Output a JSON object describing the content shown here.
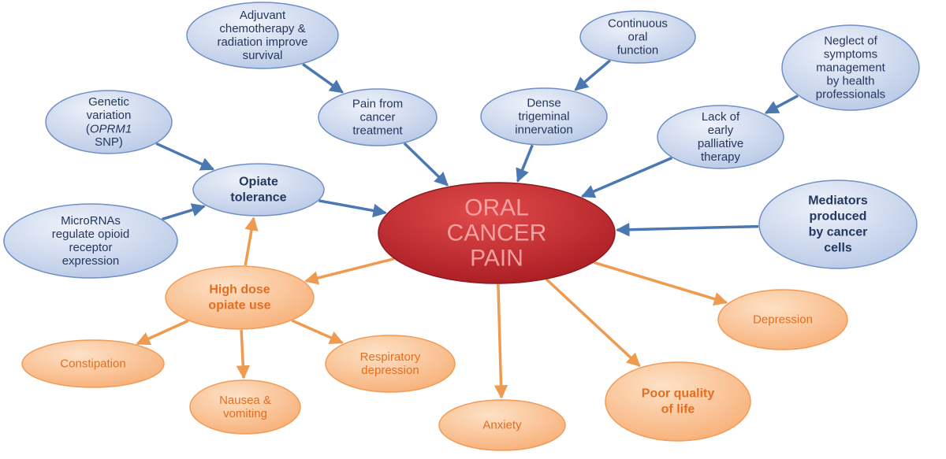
{
  "diagram": {
    "center": {
      "lines": [
        "ORAL",
        "CANCER",
        "PAIN"
      ]
    },
    "blue_nodes": {
      "adjuvant": {
        "lines": [
          "Adjuvant",
          "chemotherapy &",
          "radiation improve",
          "survival"
        ]
      },
      "pain_treatment": {
        "lines": [
          "Pain from",
          "cancer",
          "treatment"
        ]
      },
      "continuous": {
        "lines": [
          "Continuous",
          "oral",
          "function"
        ]
      },
      "dense": {
        "lines": [
          "Dense",
          "trigeminal",
          "innervation"
        ]
      },
      "neglect": {
        "lines": [
          "Neglect of",
          "symptoms",
          "management",
          "by health",
          "professionals"
        ]
      },
      "lack": {
        "lines": [
          "Lack of",
          "early",
          "palliative",
          "therapy"
        ]
      },
      "genetic": {
        "lines": [
          "Genetic",
          "variation",
          "(OPRM1",
          "SNP)"
        ]
      },
      "opiate_tol": {
        "lines": [
          "Opiate",
          "tolerance"
        ]
      },
      "microrna": {
        "lines": [
          "MicroRNAs",
          "regulate opioid",
          "receptor",
          "expression"
        ]
      },
      "mediators": {
        "lines": [
          "Mediators",
          "produced",
          "by cancer",
          "cells"
        ]
      }
    },
    "orange_nodes": {
      "high_dose": {
        "lines": [
          "High dose",
          "opiate use"
        ]
      },
      "constipation": {
        "lines": [
          "Constipation"
        ]
      },
      "nausea": {
        "lines": [
          "Nausea &",
          "vomiting"
        ]
      },
      "respiratory": {
        "lines": [
          "Respiratory",
          "depression"
        ]
      },
      "anxiety": {
        "lines": [
          "Anxiety"
        ]
      },
      "poor_quality": {
        "lines": [
          "Poor quality",
          "of life"
        ]
      },
      "depression": {
        "lines": [
          "Depression"
        ]
      }
    },
    "colors": {
      "blue_fill_light": "#eef2fa",
      "blue_fill_dark": "#b9c9e6",
      "blue_stroke": "#6f8fc6",
      "blue_arrow": "#4b78b3",
      "blue_text": "#25375e",
      "orange_fill_light": "#fde1c6",
      "orange_fill_dark": "#f7b078",
      "orange_stroke": "#f29b55",
      "orange_arrow": "#ee9a4f",
      "orange_text": "#e46d1f",
      "center_fill": "#c0262b",
      "center_text": "#f2a1a1"
    },
    "edges": [
      {
        "from": "blue_nodes.adjuvant",
        "to": "blue_nodes.pain_treatment"
      },
      {
        "from": "blue_nodes.pain_treatment",
        "to": "center"
      },
      {
        "from": "blue_nodes.continuous",
        "to": "blue_nodes.dense"
      },
      {
        "from": "blue_nodes.dense",
        "to": "center"
      },
      {
        "from": "blue_nodes.neglect",
        "to": "blue_nodes.lack"
      },
      {
        "from": "blue_nodes.lack",
        "to": "center"
      },
      {
        "from": "blue_nodes.genetic",
        "to": "blue_nodes.opiate_tol"
      },
      {
        "from": "blue_nodes.microrna",
        "to": "blue_nodes.opiate_tol"
      },
      {
        "from": "blue_nodes.opiate_tol",
        "to": "center"
      },
      {
        "from": "blue_nodes.mediators",
        "to": "center"
      },
      {
        "from": "center",
        "to": "orange_nodes.high_dose"
      },
      {
        "from": "orange_nodes.high_dose",
        "to": "blue_nodes.opiate_tol"
      },
      {
        "from": "orange_nodes.high_dose",
        "to": "orange_nodes.constipation"
      },
      {
        "from": "orange_nodes.high_dose",
        "to": "orange_nodes.nausea"
      },
      {
        "from": "orange_nodes.high_dose",
        "to": "orange_nodes.respiratory"
      },
      {
        "from": "center",
        "to": "orange_nodes.anxiety"
      },
      {
        "from": "center",
        "to": "orange_nodes.poor_quality"
      },
      {
        "from": "center",
        "to": "orange_nodes.depression"
      }
    ]
  }
}
